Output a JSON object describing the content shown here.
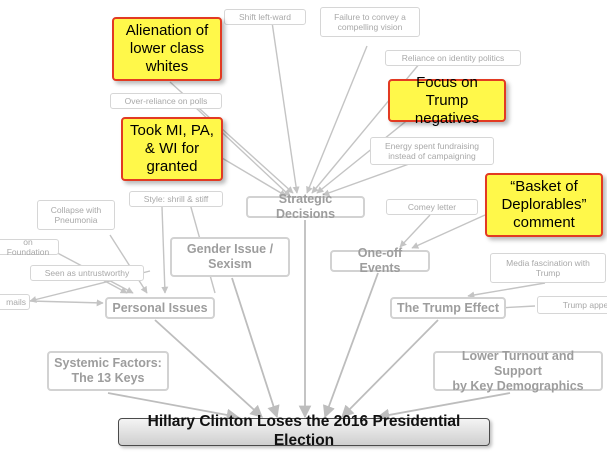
{
  "diagram": {
    "root": "Hillary Clinton Loses the 2016 Presidential Election",
    "branches": {
      "systemic_factors": "Systemic Factors:\nThe 13 Keys",
      "personal_issues": "Personal Issues",
      "gender_issue": "Gender Issue /\nSexism",
      "strategic_decisions": "Strategic Decisions",
      "one_off_events": "One-off Events",
      "trump_effect": "The Trump Effect",
      "lower_turnout": "Lower Turnout and Support\nby Key Demographics"
    },
    "highlighted": {
      "alienation": "Alienation of\nlower class\nwhites",
      "took_states": "Took MI, PA,\n& WI for\ngranted",
      "focus_trump": "Focus on Trump\nnegatives",
      "deplorables": "“Basket of\nDeplorables”\ncomment"
    },
    "leaves": {
      "shift_left": "Shift left-ward",
      "failure_vision": "Failure to convey a\ncompelling vision",
      "identity_politics": "Reliance on identity politics",
      "over_reliance_polls": "Over-reliance on polls",
      "energy_fundraising": "Energy spent fundraising\ninstead of campaigning",
      "style": "Style: shrill & stiff",
      "collapse": "Collapse with\nPneumonia",
      "foundation": "on Foundation",
      "untrustworthy": "Seen as untrustworthy",
      "emails": "mails",
      "comey": "Comey letter",
      "media_fascination": "Media fascination with\nTrump",
      "trump_appeal": "Trump appea"
    }
  },
  "colors": {
    "highlight_fill": "#fff84a",
    "highlight_border": "#e23a22",
    "connector": "#c4c4c4",
    "branch_text": "#9d9d9d",
    "root_text": "#111111"
  }
}
